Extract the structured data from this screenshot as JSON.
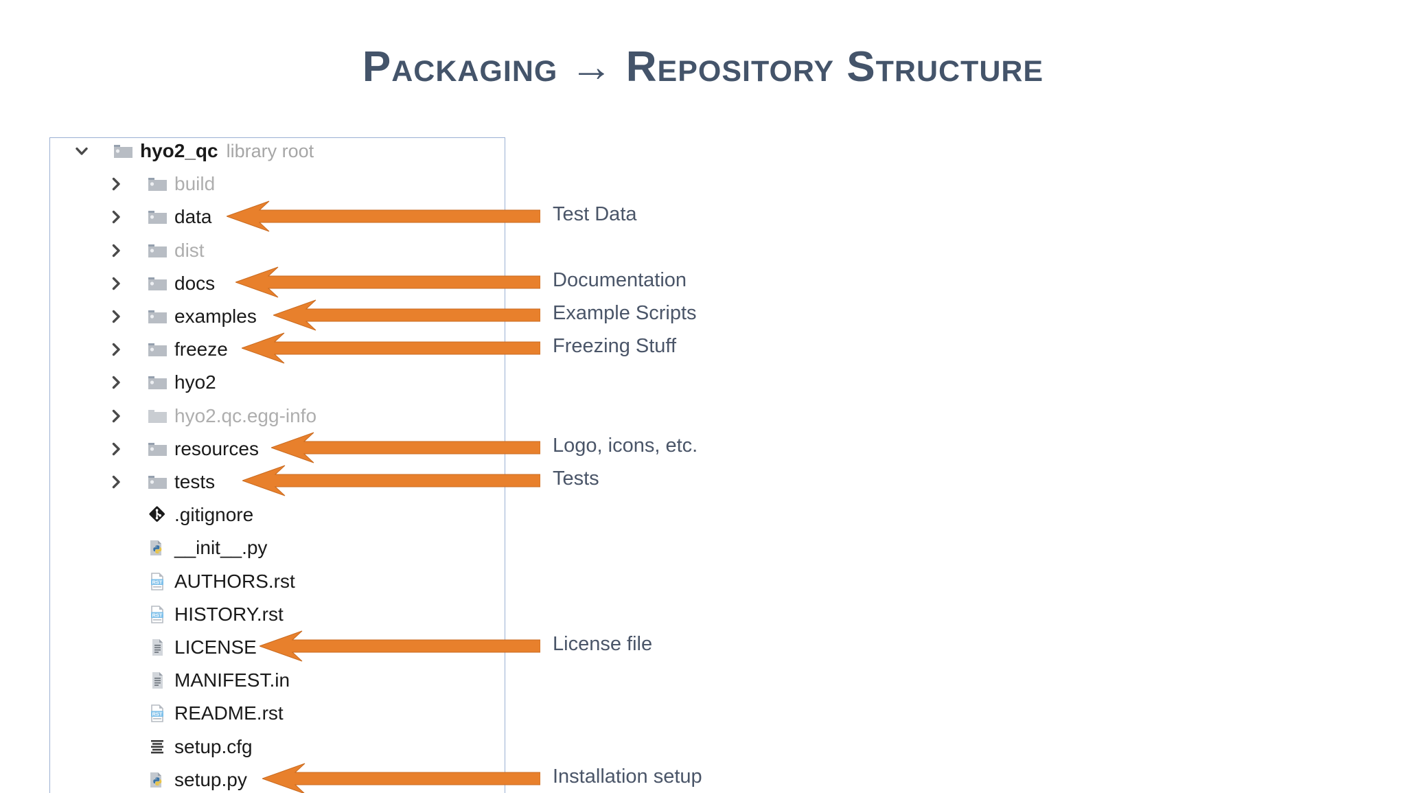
{
  "slide": {
    "title": "Packaging → Repository Structure",
    "title_color": "#44546A",
    "background_color": "#FFFFFF",
    "accent_color": "#E8802C",
    "panel_border_color": "#9BB0D3"
  },
  "tree": {
    "root_note": "library root",
    "items": [
      {
        "label": "hyo2_qc",
        "note": "library root",
        "icon": "folder-icon",
        "indent": 0,
        "chevron": "chevron-down-icon",
        "dim": false,
        "bold": true
      },
      {
        "label": "build",
        "note": "",
        "icon": "folder-icon",
        "indent": 1,
        "chevron": "chevron-right-icon",
        "dim": true,
        "bold": false
      },
      {
        "label": "data",
        "note": "",
        "icon": "folder-icon",
        "indent": 1,
        "chevron": "chevron-right-icon",
        "dim": false,
        "bold": false
      },
      {
        "label": "dist",
        "note": "",
        "icon": "folder-icon",
        "indent": 1,
        "chevron": "chevron-right-icon",
        "dim": true,
        "bold": false
      },
      {
        "label": "docs",
        "note": "",
        "icon": "folder-icon",
        "indent": 1,
        "chevron": "chevron-right-icon",
        "dim": false,
        "bold": false
      },
      {
        "label": "examples",
        "note": "",
        "icon": "folder-icon",
        "indent": 1,
        "chevron": "chevron-right-icon",
        "dim": false,
        "bold": false
      },
      {
        "label": "freeze",
        "note": "",
        "icon": "folder-icon",
        "indent": 1,
        "chevron": "chevron-right-icon",
        "dim": false,
        "bold": false
      },
      {
        "label": "hyo2",
        "note": "",
        "icon": "folder-icon",
        "indent": 1,
        "chevron": "chevron-right-icon",
        "dim": false,
        "bold": false
      },
      {
        "label": "hyo2.qc.egg-info",
        "note": "",
        "icon": "folder-plain-icon",
        "indent": 1,
        "chevron": "chevron-right-icon",
        "dim": true,
        "bold": false
      },
      {
        "label": "resources",
        "note": "",
        "icon": "folder-icon",
        "indent": 1,
        "chevron": "chevron-right-icon",
        "dim": false,
        "bold": false
      },
      {
        "label": "tests",
        "note": "",
        "icon": "folder-icon",
        "indent": 1,
        "chevron": "chevron-right-icon",
        "dim": false,
        "bold": false
      },
      {
        "label": ".gitignore",
        "note": "",
        "icon": "git-icon",
        "indent": 2,
        "chevron": "",
        "dim": false,
        "bold": false
      },
      {
        "label": "__init__.py",
        "note": "",
        "icon": "python-file-icon",
        "indent": 2,
        "chevron": "",
        "dim": false,
        "bold": false
      },
      {
        "label": "AUTHORS.rst",
        "note": "",
        "icon": "rst-file-icon",
        "indent": 2,
        "chevron": "",
        "dim": false,
        "bold": false
      },
      {
        "label": "HISTORY.rst",
        "note": "",
        "icon": "rst-file-icon",
        "indent": 2,
        "chevron": "",
        "dim": false,
        "bold": false
      },
      {
        "label": "LICENSE",
        "note": "",
        "icon": "text-file-icon",
        "indent": 2,
        "chevron": "",
        "dim": false,
        "bold": false
      },
      {
        "label": "MANIFEST.in",
        "note": "",
        "icon": "text-file-icon",
        "indent": 2,
        "chevron": "",
        "dim": false,
        "bold": false
      },
      {
        "label": "README.rst",
        "note": "",
        "icon": "rst-file-icon",
        "indent": 2,
        "chevron": "",
        "dim": false,
        "bold": false
      },
      {
        "label": "setup.cfg",
        "note": "",
        "icon": "config-file-icon",
        "indent": 2,
        "chevron": "",
        "dim": false,
        "bold": false
      },
      {
        "label": "setup.py",
        "note": "",
        "icon": "python-file-icon",
        "indent": 2,
        "chevron": "",
        "dim": false,
        "bold": false
      }
    ]
  },
  "callouts": [
    {
      "target": "data",
      "label": "Test Data",
      "row": 2
    },
    {
      "target": "docs",
      "label": "Documentation",
      "row": 4
    },
    {
      "target": "examples",
      "label": "Example Scripts",
      "row": 5
    },
    {
      "target": "freeze",
      "label": "Freezing Stuff",
      "row": 6
    },
    {
      "target": "resources",
      "label": "Logo, icons, etc.",
      "row": 9
    },
    {
      "target": "tests",
      "label": "Tests",
      "row": 10
    },
    {
      "target": "LICENSE",
      "label": "License file",
      "row": 15
    },
    {
      "target": "setup.py",
      "label": "Installation setup",
      "row": 19
    }
  ]
}
